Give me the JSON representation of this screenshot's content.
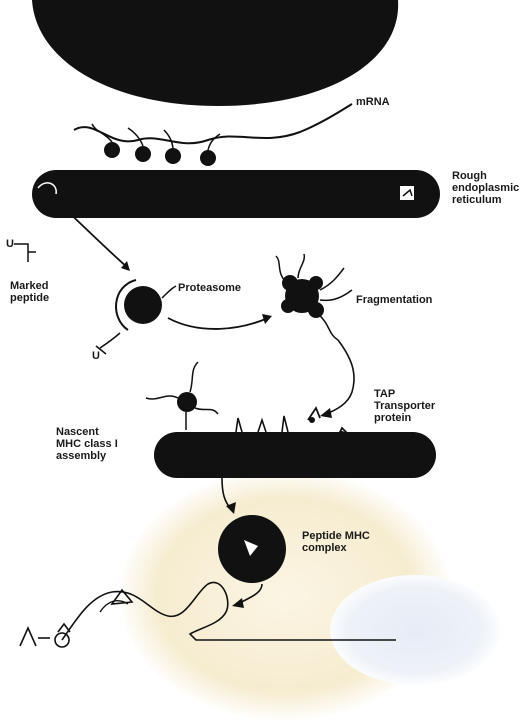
{
  "labels": {
    "mrna": "mRNA",
    "rough_er": "Rough\nendoplasmic\nreticulum",
    "marked_peptide": "Marked\npeptide",
    "proteasome": "Proteasome",
    "fragmentation": "Fragmentation",
    "tap": "TAP\nTransporter\nprotein",
    "mhc_assembly": "Nascent\nMHC class I\nassembly",
    "peptide_mhc": "Peptide MHC\ncomplex",
    "ubiquitin_top": "U",
    "ubiquitin_bottom": "U"
  },
  "colors": {
    "ink": "#111111",
    "watermark_gold": "#f3e3b6",
    "watermark_blue": "#dfe6f3"
  },
  "icons": [
    "nucleus",
    "ribosome",
    "er-membrane",
    "proteasome",
    "peptide-fragment",
    "tap-transporter",
    "mhc-molecule",
    "peptide-mhc-complex",
    "cell-membrane",
    "watermark"
  ]
}
